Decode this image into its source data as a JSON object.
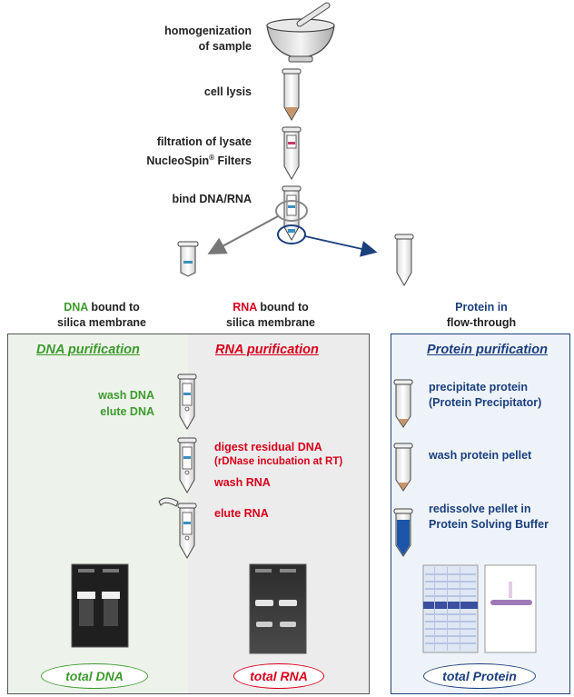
{
  "top_steps": {
    "homogenization_1": "homogenization",
    "homogenization_2": "of sample",
    "cell_lysis": "cell lysis",
    "filtration_1": "filtration of lysate",
    "filtration_2_pre": "NucleoSpin",
    "filtration_2_reg": "®",
    "filtration_2_post": " Filters",
    "bind": "bind DNA/RNA"
  },
  "branches": {
    "dna_head_colored": "DNA",
    "dna_head_rest": " bound to",
    "dna_head_line2": "silica membrane",
    "rna_head_colored": "RNA",
    "rna_head_rest": " bound to",
    "rna_head_line2": "silica membrane",
    "protein_head_line1": "Protein in",
    "protein_head_line2": "flow-through"
  },
  "dna_panel": {
    "title": "DNA purification",
    "wash": "wash DNA",
    "elute": "elute DNA",
    "result": "total DNA"
  },
  "rna_panel": {
    "title": "RNA purification",
    "digest_1": "digest residual DNA",
    "digest_2": "(rDNase incubation at RT)",
    "wash": "wash RNA",
    "elute": "elute RNA",
    "result": "total RNA"
  },
  "protein_panel": {
    "title": "Protein purification",
    "precipitate_1": "precipitate protein",
    "precipitate_2": "(Protein Precipitator)",
    "wash": "wash protein pellet",
    "redissolve_1": "redissolve pellet in",
    "redissolve_2": "Protein Solving Buffer",
    "result": "total Protein"
  },
  "colors": {
    "dna": "#3d9a2e",
    "rna": "#d8001c",
    "protein": "#1b3f7d",
    "dna_panel_bg": "#edf3ea",
    "rna_panel_bg": "#ececec",
    "protein_panel_bg": "#eef3f9"
  }
}
